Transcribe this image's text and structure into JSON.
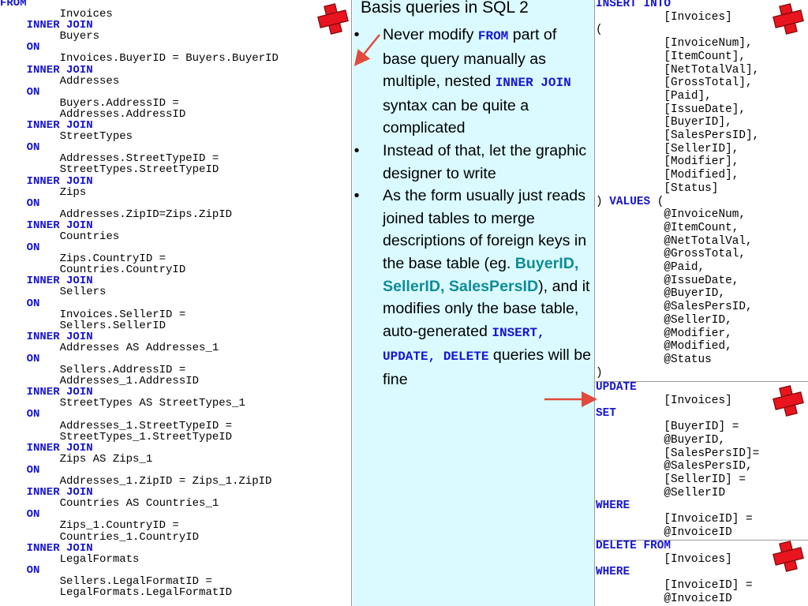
{
  "slide": {
    "title": "Basis queries in SQL 2"
  },
  "left_query": {
    "lines": [
      {
        "kw": "FROM",
        "text": ""
      },
      {
        "kw": "",
        "text": "         Invoices"
      },
      {
        "kw": "    INNER JOIN",
        "text": ""
      },
      {
        "kw": "",
        "text": "         Buyers"
      },
      {
        "kw": "    ON",
        "text": ""
      },
      {
        "kw": "",
        "text": "         Invoices.BuyerID = Buyers.BuyerID"
      },
      {
        "kw": "    INNER JOIN",
        "text": ""
      },
      {
        "kw": "",
        "text": "         Addresses"
      },
      {
        "kw": "    ON",
        "text": ""
      },
      {
        "kw": "",
        "text": "         Buyers.AddressID ="
      },
      {
        "kw": "",
        "text": "         Addresses.AddressID"
      },
      {
        "kw": "    INNER JOIN",
        "text": ""
      },
      {
        "kw": "",
        "text": "         StreetTypes"
      },
      {
        "kw": "    ON",
        "text": ""
      },
      {
        "kw": "",
        "text": "         Addresses.StreetTypeID ="
      },
      {
        "kw": "",
        "text": "         StreetTypes.StreetTypeID"
      },
      {
        "kw": "    INNER JOIN",
        "text": ""
      },
      {
        "kw": "",
        "text": "         Zips"
      },
      {
        "kw": "    ON",
        "text": ""
      },
      {
        "kw": "",
        "text": "         Addresses.ZipID=Zips.ZipID"
      },
      {
        "kw": "    INNER JOIN",
        "text": ""
      },
      {
        "kw": "",
        "text": "         Countries"
      },
      {
        "kw": "    ON",
        "text": ""
      },
      {
        "kw": "",
        "text": "         Zips.CountryID ="
      },
      {
        "kw": "",
        "text": "         Countries.CountryID"
      },
      {
        "kw": "    INNER JOIN",
        "text": ""
      },
      {
        "kw": "",
        "text": "         Sellers"
      },
      {
        "kw": "    ON",
        "text": ""
      },
      {
        "kw": "",
        "text": "         Invoices.SellerID ="
      },
      {
        "kw": "",
        "text": "         Sellers.SellerID"
      },
      {
        "kw": "    INNER JOIN",
        "text": ""
      },
      {
        "kw": "",
        "text": "         Addresses AS Addresses_1"
      },
      {
        "kw": "    ON",
        "text": ""
      },
      {
        "kw": "",
        "text": "         Sellers.AddressID ="
      },
      {
        "kw": "",
        "text": "         Addresses_1.AddressID"
      },
      {
        "kw": "    INNER JOIN",
        "text": ""
      },
      {
        "kw": "",
        "text": "         StreetTypes AS StreetTypes_1"
      },
      {
        "kw": "    ON",
        "text": ""
      },
      {
        "kw": "",
        "text": "         Addresses_1.StreetTypeID ="
      },
      {
        "kw": "",
        "text": "         StreetTypes_1.StreetTypeID"
      },
      {
        "kw": "    INNER JOIN",
        "text": ""
      },
      {
        "kw": "",
        "text": "         Zips AS Zips_1"
      },
      {
        "kw": "    ON",
        "text": ""
      },
      {
        "kw": "",
        "text": "         Addresses_1.ZipID = Zips_1.ZipID"
      },
      {
        "kw": "    INNER JOIN",
        "text": ""
      },
      {
        "kw": "",
        "text": "         Countries AS Countries_1"
      },
      {
        "kw": "    ON",
        "text": ""
      },
      {
        "kw": "",
        "text": "         Zips_1.CountryID ="
      },
      {
        "kw": "",
        "text": "         Countries_1.CountryID"
      },
      {
        "kw": "    INNER JOIN",
        "text": ""
      },
      {
        "kw": "",
        "text": "         LegalFormats"
      },
      {
        "kw": "    ON",
        "text": ""
      },
      {
        "kw": "",
        "text": "         Sellers.LegalFormatID ="
      },
      {
        "kw": "",
        "text": "         LegalFormats.LegalFormatID"
      }
    ]
  },
  "bullets": [
    {
      "parts": [
        {
          "t": "Never modify ",
          "s": "plain"
        },
        {
          "t": "FROM",
          "s": "code"
        },
        {
          "t": " part of base query manually as multiple, nested ",
          "s": "plain"
        },
        {
          "t": "INNER JOIN",
          "s": "code"
        },
        {
          "t": " syntax can be quite a complicated",
          "s": "plain"
        }
      ]
    },
    {
      "parts": [
        {
          "t": "Instead of that, let the graphic designer to write",
          "s": "plain"
        }
      ]
    },
    {
      "parts": [
        {
          "t": "As the form usually just reads joined tables to merge descriptions of foreign keys in the base table (eg. ",
          "s": "plain"
        },
        {
          "t": "BuyerID, SellerID, SalesPersID",
          "s": "teal"
        },
        {
          "t": "), and it modifies only the base table, auto-generated ",
          "s": "plain"
        },
        {
          "t": "INSERT, UPDATE, DELETE",
          "s": "code"
        },
        {
          "t": " queries will be fine",
          "s": "plain"
        }
      ]
    }
  ],
  "insert_query": {
    "lines": [
      {
        "kw": "INSERT INTO",
        "text": ""
      },
      {
        "kw": "",
        "text": "          [Invoices]"
      },
      {
        "kw": "",
        "text": "("
      },
      {
        "kw": "",
        "text": "          [InvoiceNum],"
      },
      {
        "kw": "",
        "text": "          [ItemCount],"
      },
      {
        "kw": "",
        "text": "          [NetTotalVal],"
      },
      {
        "kw": "",
        "text": "          [GrossTotal],"
      },
      {
        "kw": "",
        "text": "          [Paid],"
      },
      {
        "kw": "",
        "text": "          [IssueDate],"
      },
      {
        "kw": "",
        "text": "          [BuyerID],"
      },
      {
        "kw": "",
        "text": "          [SalesPersID],"
      },
      {
        "kw": "",
        "text": "          [SellerID],"
      },
      {
        "kw": "",
        "text": "          [Modifier],"
      },
      {
        "kw": "",
        "text": "          [Modified],"
      },
      {
        "kw": "",
        "text": "          [Status]"
      },
      {
        "kw": "",
        "text": ") ",
        "kw2": "VALUES",
        "text2": " ("
      },
      {
        "kw": "",
        "text": "          @InvoiceNum,"
      },
      {
        "kw": "",
        "text": "          @ItemCount,"
      },
      {
        "kw": "",
        "text": "          @NetTotalVal,"
      },
      {
        "kw": "",
        "text": "          @GrossTotal,"
      },
      {
        "kw": "",
        "text": "          @Paid,"
      },
      {
        "kw": "",
        "text": "          @IssueDate,"
      },
      {
        "kw": "",
        "text": "          @BuyerID,"
      },
      {
        "kw": "",
        "text": "          @SalesPersID,"
      },
      {
        "kw": "",
        "text": "          @SellerID,"
      },
      {
        "kw": "",
        "text": "          @Modifier,"
      },
      {
        "kw": "",
        "text": "          @Modified,"
      },
      {
        "kw": "",
        "text": "          @Status"
      },
      {
        "kw": "",
        "text": ")"
      }
    ]
  },
  "update_query": {
    "lines": [
      {
        "kw": "UPDATE",
        "text": ""
      },
      {
        "kw": "",
        "text": "          [Invoices]"
      },
      {
        "kw": "SET",
        "text": ""
      },
      {
        "kw": "",
        "text": "          [BuyerID] ="
      },
      {
        "kw": "",
        "text": "          @BuyerID,"
      },
      {
        "kw": "",
        "text": "          [SalesPersID]="
      },
      {
        "kw": "",
        "text": "          @SalesPersID,"
      },
      {
        "kw": "",
        "text": "          [SellerID] ="
      },
      {
        "kw": "",
        "text": "          @SellerID"
      },
      {
        "kw": "WHERE",
        "text": ""
      },
      {
        "kw": "",
        "text": "          [InvoiceID] ="
      },
      {
        "kw": "",
        "text": "          @InvoiceID"
      }
    ]
  },
  "delete_query": {
    "lines": [
      {
        "kw": "DELETE FROM",
        "text": ""
      },
      {
        "kw": "",
        "text": "          [Invoices]"
      },
      {
        "kw": "WHERE",
        "text": ""
      },
      {
        "kw": "",
        "text": "          [InvoiceID] ="
      },
      {
        "kw": "",
        "text": "          @InvoiceID"
      }
    ]
  },
  "icons": {
    "plus": "plus-icon",
    "arrow": "arrow-icon",
    "plus_color": "#e8141e",
    "arrow_color": "#e14a3c"
  }
}
